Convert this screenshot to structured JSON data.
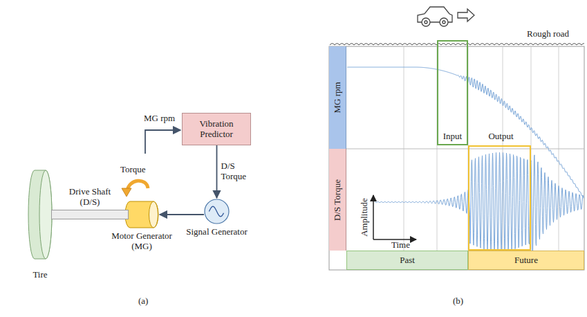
{
  "diagram": {
    "nodes": [
      {
        "text": [
          "Vibration Predictor"
        ]
      },
      {
        "text": [
          "Signal Generator"
        ]
      },
      {
        "text": [
          "Motor Generator (MG)"
        ]
      },
      {
        "text": [
          "Tire"
        ]
      },
      {
        "text": [
          "Drive Shaft (D/S)"
        ]
      },
      {
        "text": [
          "MG rpm"
        ]
      },
      {
        "text": [
          "D/S Torque"
        ]
      },
      {
        "text": [
          "Input"
        ]
      },
      {
        "text": [
          "Output"
        ]
      },
      {
        "text": [
          "Past"
        ]
      },
      {
        "text": [
          "Future"
        ]
      }
    ],
    "edges": [
      {
        "from": 0,
        "to": 1,
        "label": "D/S Torque",
        "arrow": "to"
      },
      {
        "from": 1,
        "to": 2,
        "arrow": "to"
      }
    ],
    "labels": [
      "MG rpm",
      "Torque",
      "(a)",
      "Rough road",
      "Amplitude",
      "Time",
      "(b)"
    ]
  }
}
